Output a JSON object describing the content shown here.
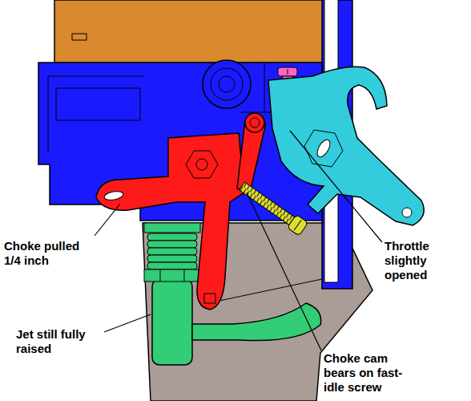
{
  "diagram": {
    "labels": [
      "Choke pulled 1/4 inch",
      "Jet still fully raised",
      "Throttle slightly opened",
      "Choke cam bears on fast-idle screw"
    ]
  }
}
